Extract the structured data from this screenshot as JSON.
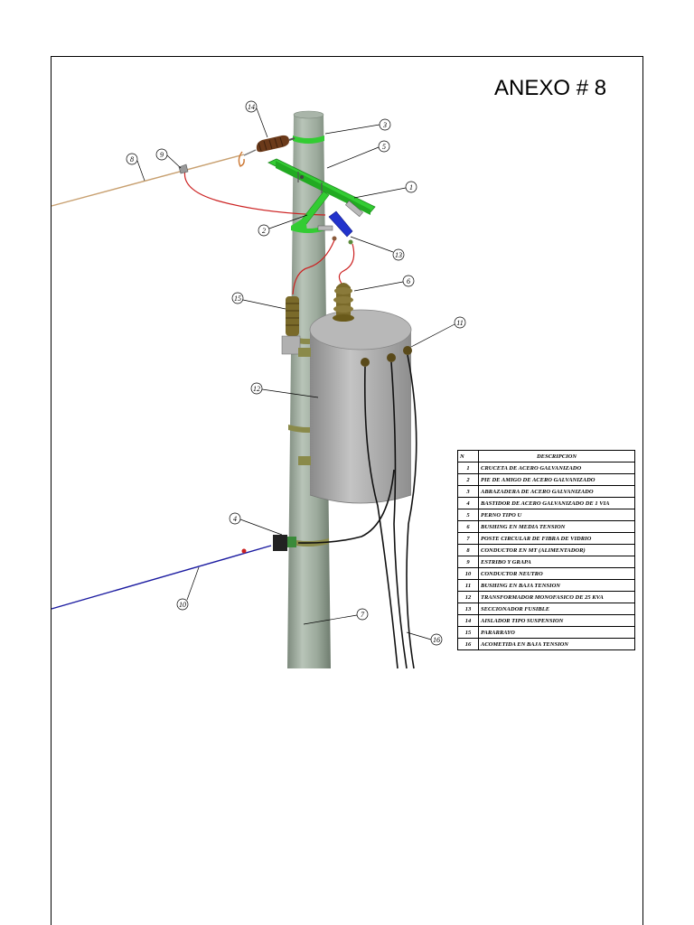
{
  "title": "ANEXO # 8",
  "legend": {
    "header": {
      "n": "N",
      "description": "DESCRIPCION"
    },
    "rows": [
      {
        "n": "1",
        "text": "CRUCETA DE ACERO GALVANIZADO"
      },
      {
        "n": "2",
        "text": "PIE DE AMIGO DE ACERO GALVANIZADO"
      },
      {
        "n": "3",
        "text": "ABRAZADERA DE ACERO GALVANIZADO"
      },
      {
        "n": "4",
        "text": "BASTIDOR DE ACERO GALVANIZADO DE 1 VIA"
      },
      {
        "n": "5",
        "text": "PERNO TIPO U"
      },
      {
        "n": "6",
        "text": "BUSHING EN MEDIA TENSION"
      },
      {
        "n": "7",
        "text": "POSTE CIRCULAR DE FIBRA DE VIDRIO"
      },
      {
        "n": "8",
        "text": "CONDUCTOR EN MT (ALIMENTADOR)"
      },
      {
        "n": "9",
        "text": "ESTRIBO Y GRAPA"
      },
      {
        "n": "10",
        "text": "CONDUCTOR NEUTRO"
      },
      {
        "n": "11",
        "text": "BUSHING EN BAJA TENSION"
      },
      {
        "n": "12",
        "text": "TRANSFORMADOR MONOFASICO DE 25 KVA"
      },
      {
        "n": "13",
        "text": "SECCIONADOR FUSIBLE"
      },
      {
        "n": "14",
        "text": "AISLADOR TIPO SUSPENSION"
      },
      {
        "n": "15",
        "text": "PARARRAYO"
      },
      {
        "n": "16",
        "text": "ACOMETIDA EN BAJA TENSION"
      }
    ]
  },
  "callouts": [
    {
      "label": "14"
    },
    {
      "label": "3"
    },
    {
      "label": "9"
    },
    {
      "label": "8"
    },
    {
      "label": "5"
    },
    {
      "label": "1"
    },
    {
      "label": "2"
    },
    {
      "label": "13"
    },
    {
      "label": "6"
    },
    {
      "label": "15"
    },
    {
      "label": "11"
    },
    {
      "label": "12"
    },
    {
      "label": "4"
    },
    {
      "label": "10"
    },
    {
      "label": "7"
    },
    {
      "label": "16"
    }
  ],
  "colors": {
    "pole": "#9aa89a",
    "crossarm": "#33cc33",
    "mt_conductor": "#c8a070",
    "neutral_conductor": "#1a1aa0",
    "jumper": "#cc2222",
    "transformer": "#a8a8a8",
    "insulator": "#6b3a1a",
    "bushing": "#7a6a2a",
    "fuse_cutout": "#2233cc",
    "cable": "#111111"
  }
}
